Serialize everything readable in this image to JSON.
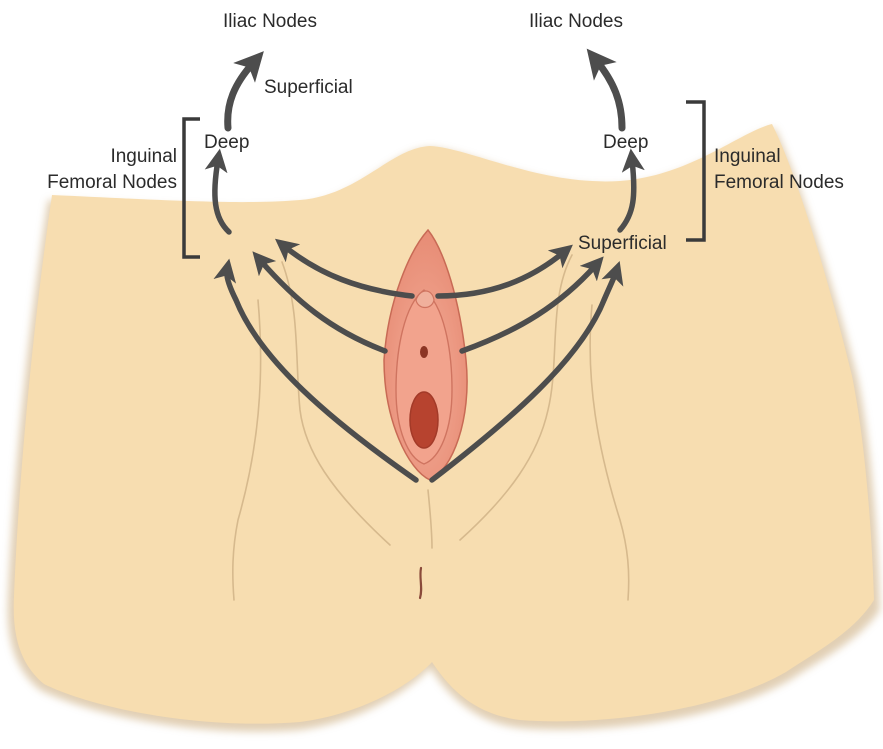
{
  "labels": {
    "iliac_left": "Iliac Nodes",
    "iliac_right": "Iliac Nodes",
    "superficial_upper": "Superficial",
    "superficial_right": "Superficial",
    "deep_left": "Deep",
    "deep_right": "Deep",
    "inguinal_left_line1": "Inguinal",
    "inguinal_left_line2": "Femoral Nodes",
    "inguinal_right_line1": "Inguinal",
    "inguinal_right_line2": "Femoral Nodes"
  },
  "colors": {
    "skin": "#f7ddb0",
    "skin_edge": "#c9a877",
    "vulva": "#ee9a84",
    "vulva_edge": "#c86a55",
    "opening": "#b7432f",
    "arrow": "#4d4d4d",
    "bracket": "#3a3a3a",
    "label": "#2b2b2b"
  }
}
